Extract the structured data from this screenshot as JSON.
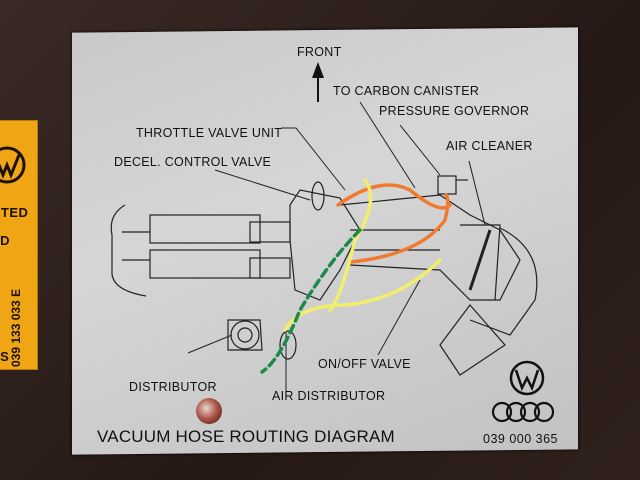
{
  "sticker": {
    "lines": [
      "CTED",
      "ED",
      "E",
      "ES"
    ],
    "part_number": "039 133 033 E"
  },
  "diagram": {
    "front_label": "FRONT",
    "labels": {
      "carbon_canister": "TO CARBON CANISTER",
      "pressure_governor": "PRESSURE GOVERNOR",
      "air_cleaner": "AIR CLEANER",
      "throttle_valve_unit": "THROTTLE VALVE UNIT",
      "decel_control_valve": "DECEL. CONTROL VALVE",
      "on_off_valve": "ON/OFF VALVE",
      "distributor": "DISTRIBUTOR",
      "air_distributor": "AIR DISTRIBUTOR"
    },
    "title": "VACUUM HOSE ROUTING DIAGRAM",
    "part_number": "039 000 365",
    "hose_colors": {
      "orange": "#f07a30",
      "yellow": "#f2ee6a",
      "green": "#1e8a4a"
    }
  }
}
